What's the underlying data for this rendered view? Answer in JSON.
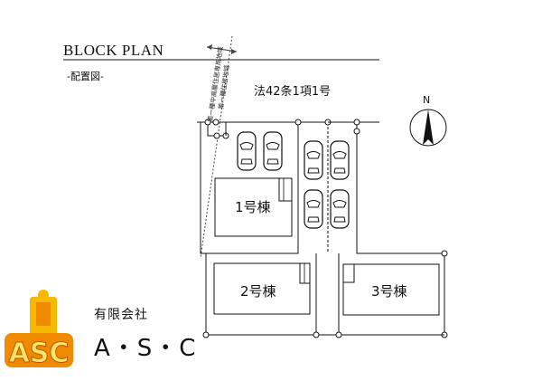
{
  "title": "BLOCK PLAN",
  "subtitle": "-配置図-",
  "road_label": "法42条1項1号",
  "zone_labels": [
    "第一種中高層住居専用地域",
    "第一種住居地域"
  ],
  "north_label": "N",
  "buildings": [
    {
      "label": "1号棟"
    },
    {
      "label": "2号棟"
    },
    {
      "label": "3号棟"
    }
  ],
  "company": {
    "name": "有限会社",
    "mark": "A・S・C",
    "logo_text": "ASC"
  },
  "colors": {
    "line": "#111111",
    "logo_orange": "#f08a00",
    "logo_yellow": "#f6b800"
  }
}
